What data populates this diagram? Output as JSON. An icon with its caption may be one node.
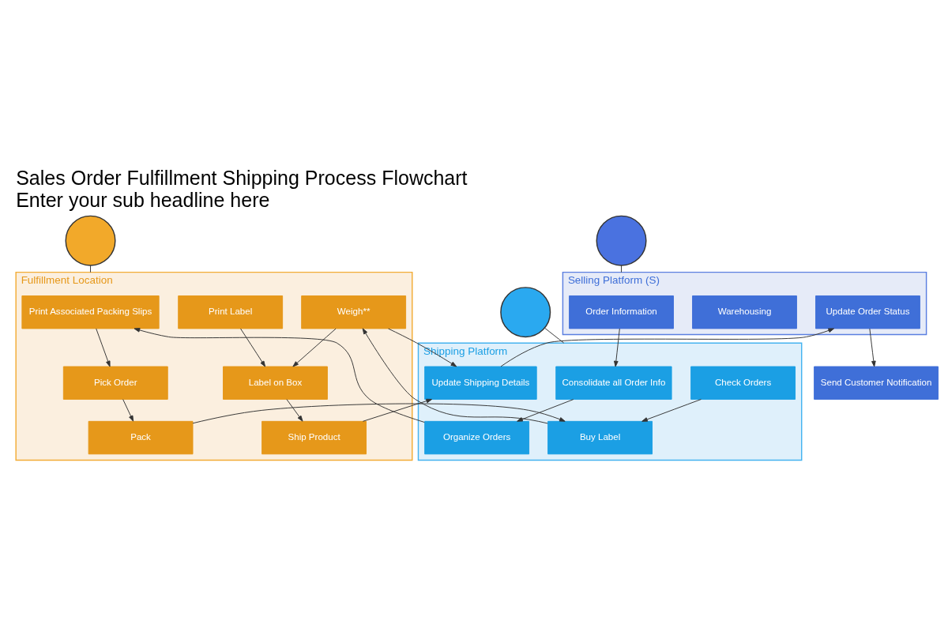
{
  "diagram": {
    "title": "Sales Order Fulfillment Shipping Process Flowchart",
    "caption": "Enter your sub headline here",
    "nodes": [
      {
        "text": [
          "Selling Platform (S)"
        ]
      },
      {
        "text": [
          "Order Information"
        ],
        "in": 0
      },
      {
        "text": [
          "Warehousing"
        ],
        "in": 0
      },
      {
        "text": [
          "Update Order Status"
        ],
        "in": 0
      },
      {
        "text": [
          "Send Customer Notification"
        ]
      },
      {
        "text": [
          "Shipping Platform"
        ]
      },
      {
        "text": [
          "Consolidate all Order Info"
        ],
        "in": 5
      },
      {
        "text": [
          "Check Orders"
        ],
        "in": 5
      },
      {
        "text": [
          "Organize Orders"
        ],
        "in": 5
      },
      {
        "text": [
          "Buy Label"
        ],
        "in": 5
      },
      {
        "text": [
          "Update Shipping Details"
        ],
        "in": 5
      },
      {
        "text": [
          "Fulfillment Location"
        ]
      },
      {
        "text": [
          "Print Associated Packing Slips"
        ],
        "in": 11
      },
      {
        "text": [
          "Pack"
        ],
        "in": 11
      },
      {
        "text": [
          "Weigh**"
        ],
        "in": 11
      },
      {
        "text": [
          "Print Label"
        ],
        "in": 11
      },
      {
        "text": [
          "Pick Order"
        ],
        "in": 11
      },
      {
        "text": [
          "Label on Box"
        ],
        "in": 11
      },
      {
        "text": [
          "Ship Product"
        ],
        "in": 11
      },
      {
        "text": [],
        "shape": "circle"
      },
      {
        "text": [],
        "shape": "circle"
      },
      {
        "text": [],
        "shape": "circle"
      }
    ],
    "edges": [
      {
        "from": 19,
        "to": 0,
        "arrow": "none"
      },
      {
        "from": 20,
        "to": 5,
        "arrow": "none"
      },
      {
        "from": 21,
        "to": 11,
        "arrow": "none"
      },
      {
        "from": 1,
        "to": 6,
        "arrow": "to"
      },
      {
        "from": 6,
        "to": 8,
        "arrow": "to"
      },
      {
        "from": 8,
        "to": 12,
        "arrow": "to"
      },
      {
        "from": 12,
        "to": 16,
        "arrow": "to"
      },
      {
        "from": 16,
        "to": 13,
        "arrow": "to"
      },
      {
        "from": 13,
        "to": 9,
        "arrow": "to"
      },
      {
        "from": 7,
        "to": 9,
        "arrow": "to"
      },
      {
        "from": 9,
        "to": 14,
        "arrow": "to"
      },
      {
        "from": 14,
        "to": 17,
        "arrow": "to"
      },
      {
        "from": 14,
        "to": 10,
        "arrow": "to"
      },
      {
        "from": 15,
        "to": 17,
        "arrow": "to"
      },
      {
        "from": 17,
        "to": 18,
        "arrow": "to"
      },
      {
        "from": 18,
        "to": 10,
        "arrow": "to"
      },
      {
        "from": 10,
        "to": 3,
        "arrow": "to"
      },
      {
        "from": 3,
        "to": 4,
        "arrow": "to"
      }
    ]
  }
}
